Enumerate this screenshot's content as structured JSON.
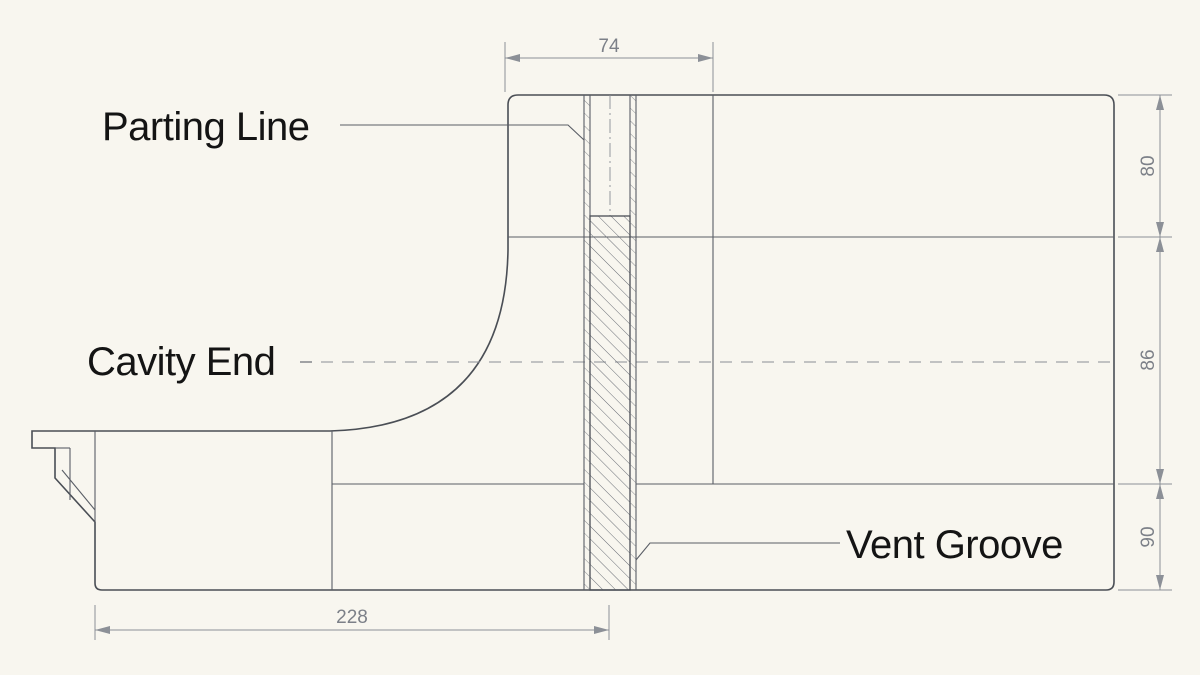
{
  "labels": {
    "parting_line": "Parting Line",
    "cavity_end": "Cavity End",
    "vent_groove": "Vent Groove"
  },
  "dimensions": {
    "top_width": "74",
    "bottom_width": "228",
    "right_upper": "80",
    "right_middle": "86",
    "right_lower": "90"
  },
  "colors": {
    "background": "#f8f6ef",
    "line": "#4a4e55",
    "dimension": "#8c9097",
    "label": "#141414"
  }
}
